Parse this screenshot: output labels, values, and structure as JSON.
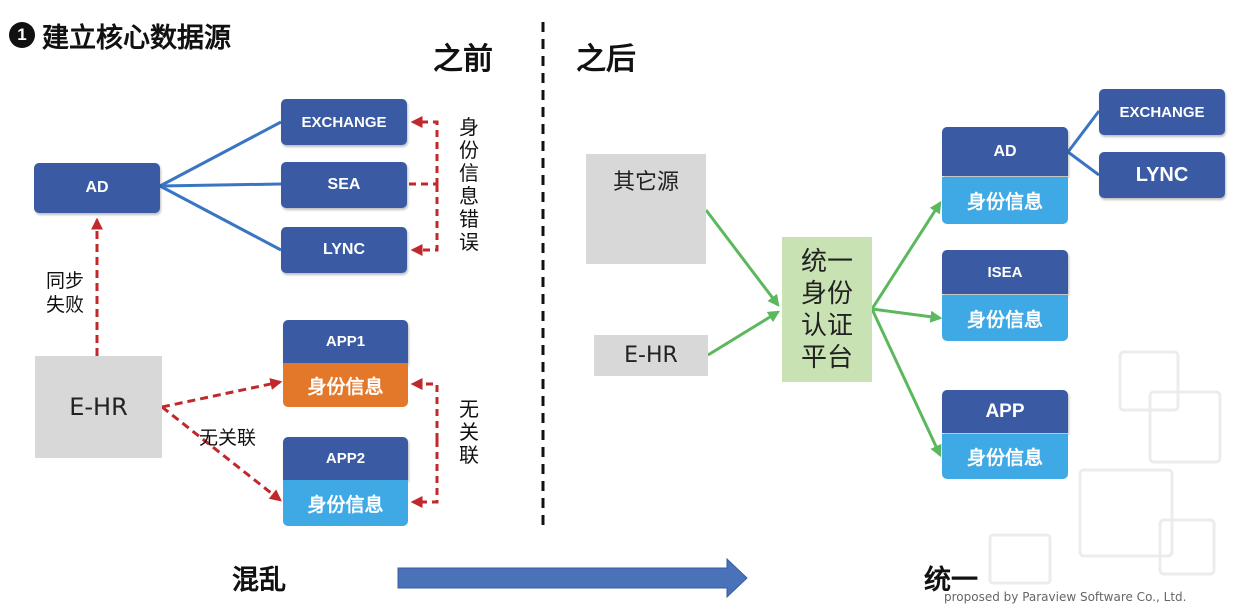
{
  "title": {
    "bullet": "1",
    "text": "建立核心数据源"
  },
  "before_label": "之前",
  "after_label": "之后",
  "left": {
    "ad": "AD",
    "exchange": "EXCHANGE",
    "sea": "SEA",
    "lync": "LYNC",
    "identity_error": "身份信息错误",
    "sync_fail_1": "同步",
    "sync_fail_2": "失败",
    "ehr": "E-HR",
    "app1": "APP1",
    "app1_identity": "身份信息",
    "app2": "APP2",
    "app2_identity": "身份信息",
    "no_relation": "无关联",
    "no_relation_vertical": "无关联"
  },
  "right": {
    "other_source": "其它源",
    "ehr": "E-HR",
    "platform": "统一身份认证平台",
    "ad": "AD",
    "ad_identity": "身份信息",
    "exchange": "EXCHANGE",
    "lync": "LYNC",
    "isea": "ISEA",
    "isea_identity": "身份信息",
    "app": "APP",
    "app_identity": "身份信息"
  },
  "bottom": {
    "chaos": "混乱",
    "unified": "统一"
  },
  "footer": "proposed by Paraview  Software Co., Ltd.",
  "colors": {
    "navy": "#3a5ba4",
    "light_blue": "#3fa9e6",
    "orange": "#e3782a",
    "gray": "#d8d8d8",
    "green_box": "#c9e2b3",
    "green_arrow": "#5cb85c",
    "red_dash": "#c0282b",
    "blue_line": "#3a75c4"
  }
}
